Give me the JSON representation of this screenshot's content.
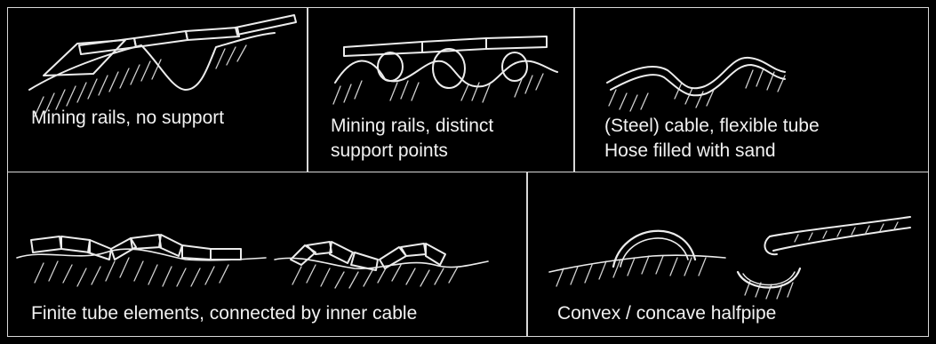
{
  "panels": [
    {
      "caption": "Mining rails, no support"
    },
    {
      "caption_line1": "Mining rails, distinct",
      "caption_line2": "support points"
    },
    {
      "caption_line1": "(Steel) cable, flexible tube",
      "caption_line2": "Hose filled with sand"
    },
    {
      "caption": "Finite tube elements, connected by inner cable"
    },
    {
      "caption": "Convex / concave halfpipe"
    }
  ],
  "colors": {
    "background": "#000000",
    "border": "#d8d8d8",
    "text": "#f2f2f2",
    "sketch": "#ececec"
  }
}
